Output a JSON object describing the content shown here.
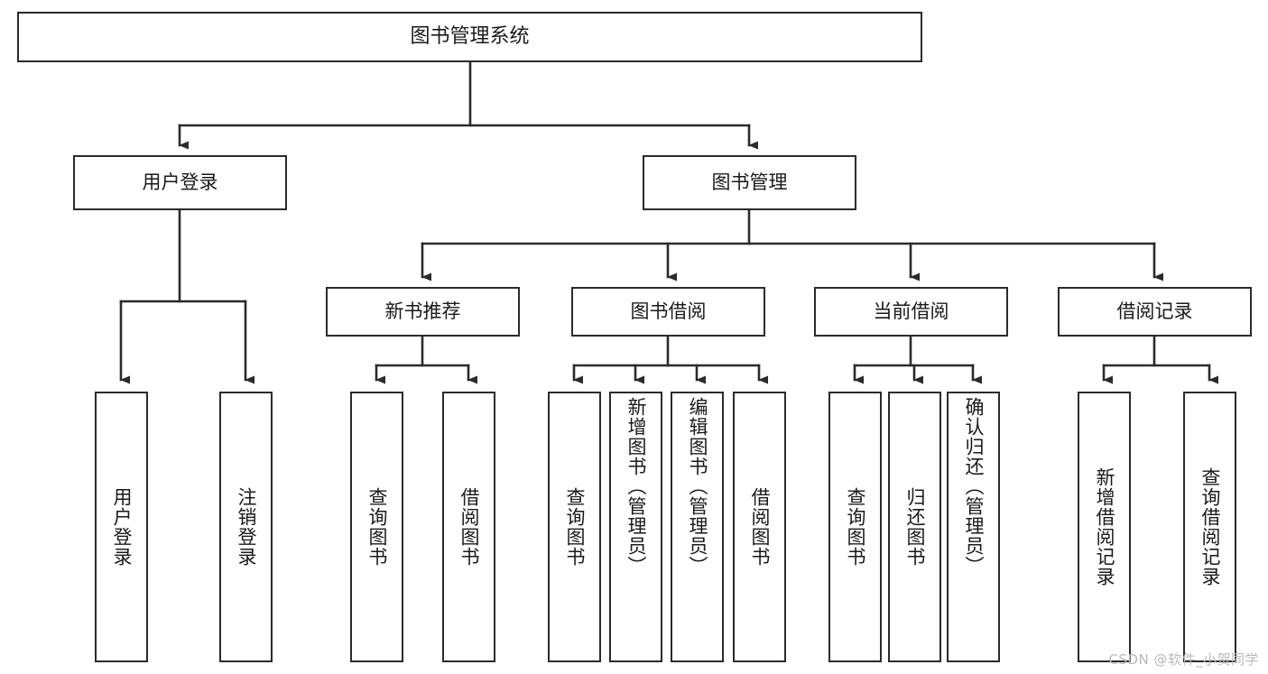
{
  "diagram": {
    "title": "图书管理系统",
    "type": "tree-structure-chart",
    "watermark": "CSDN @软件_小贺同学",
    "colors": {
      "stroke": "#2b2b2b",
      "fill": "#ffffff",
      "text": "#1a1a1a",
      "watermark": "#b9b9b9"
    },
    "nodes": {
      "root": {
        "label": "图书管理系统"
      },
      "level2": [
        {
          "id": "user-login",
          "label": "用户登录"
        },
        {
          "id": "book-manage",
          "label": "图书管理"
        }
      ],
      "level3": [
        {
          "id": "new-book-rec",
          "label": "新书推荐"
        },
        {
          "id": "book-borrow",
          "label": "图书借阅"
        },
        {
          "id": "current-borrow",
          "label": "当前借阅"
        },
        {
          "id": "borrow-record",
          "label": "借阅记录"
        }
      ],
      "leaves": {
        "user_login": [
          {
            "id": "leaf-user-login",
            "label": "用户登录"
          },
          {
            "id": "leaf-logout",
            "label": "注销登录"
          }
        ],
        "new_book_rec": [
          {
            "id": "leaf-query-book-1",
            "label": "查询图书"
          },
          {
            "id": "leaf-borrow-book-1",
            "label": "借阅图书"
          }
        ],
        "book_borrow": [
          {
            "id": "leaf-query-book-2",
            "label": "查询图书"
          },
          {
            "id": "leaf-add-book",
            "label": "新增图书（管理员）"
          },
          {
            "id": "leaf-edit-book",
            "label": "编辑图书（管理员）"
          },
          {
            "id": "leaf-borrow-book-2",
            "label": "借阅图书"
          }
        ],
        "current_borrow": [
          {
            "id": "leaf-query-book-3",
            "label": "查询图书"
          },
          {
            "id": "leaf-return-book",
            "label": "归还图书"
          },
          {
            "id": "leaf-confirm-return",
            "label": "确认归还（管理员）"
          }
        ],
        "borrow_record": [
          {
            "id": "leaf-add-record",
            "label": "新增借阅记录"
          },
          {
            "id": "leaf-query-record",
            "label": "查询借阅记录"
          }
        ]
      }
    }
  }
}
